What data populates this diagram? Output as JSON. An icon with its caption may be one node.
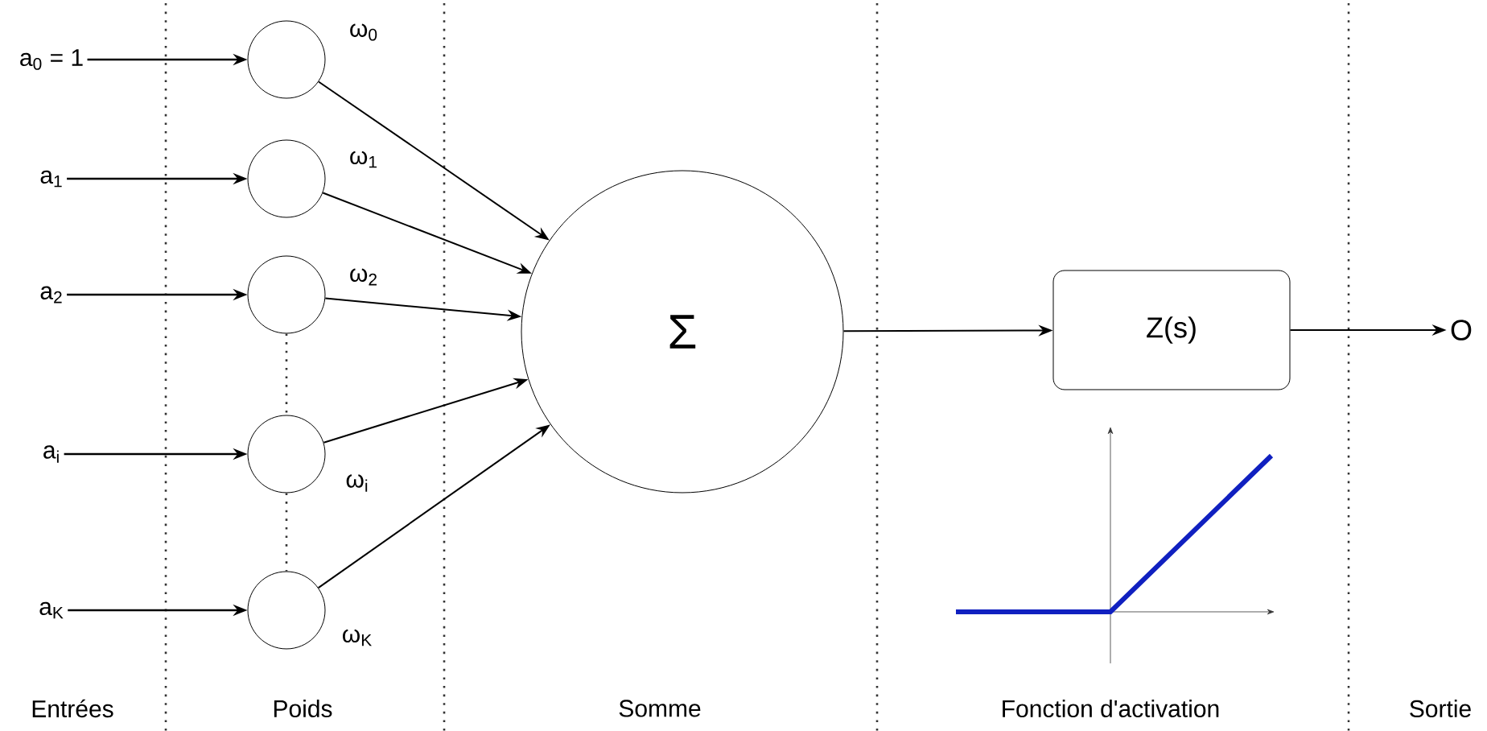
{
  "diagram": {
    "nodes": [
      {
        "text": [
          "a$_{0}$ = 1"
        ]
      },
      {
        "text": [
          "a$_{1}$"
        ]
      },
      {
        "text": [
          "a$_{2}$"
        ]
      },
      {
        "text": [
          "a$_{i}$"
        ]
      },
      {
        "text": [
          "a$_{K}$"
        ]
      },
      {
        "text": [],
        "shape": "circle",
        "beside": [
          "ω$_{0}$"
        ]
      },
      {
        "text": [],
        "shape": "circle",
        "beside": [
          "ω$_{1}$"
        ]
      },
      {
        "text": [],
        "shape": "circle",
        "beside": [
          "ω$_{2}$"
        ]
      },
      {
        "text": [],
        "shape": "circle",
        "beside": [
          "ω$_{i}$"
        ]
      },
      {
        "text": [],
        "shape": "circle",
        "beside": [
          "ω$_{K}$"
        ]
      },
      {
        "text": [
          "Σ"
        ]
      },
      {
        "text": [
          "Z(s)"
        ]
      },
      {
        "text": [
          "O"
        ]
      }
    ],
    "edges": [
      {
        "from": 0,
        "to": 5,
        "arrow": "to"
      },
      {
        "from": 1,
        "to": 6,
        "arrow": "to"
      },
      {
        "from": 2,
        "to": 7,
        "arrow": "to"
      },
      {
        "from": 3,
        "to": 8,
        "arrow": "to"
      },
      {
        "from": 4,
        "to": 9,
        "arrow": "to"
      },
      {
        "from": 5,
        "to": 10,
        "arrow": "to"
      },
      {
        "from": 6,
        "to": 10,
        "arrow": "to"
      },
      {
        "from": 7,
        "to": 10,
        "arrow": "to"
      },
      {
        "from": 8,
        "to": 10,
        "arrow": "to"
      },
      {
        "from": 9,
        "to": 10,
        "arrow": "to"
      },
      {
        "from": 10,
        "to": 11,
        "arrow": "to"
      },
      {
        "from": 11,
        "to": 12,
        "arrow": "to"
      },
      {
        "from": 7,
        "to": 8,
        "arrow": "none",
        "style": "dashed"
      },
      {
        "from": 8,
        "to": 9,
        "arrow": "none",
        "style": "dashed"
      }
    ],
    "labels": [
      "Entrées",
      "Poids",
      "Somme",
      "Fonction d'activation",
      "Sortie"
    ]
  }
}
